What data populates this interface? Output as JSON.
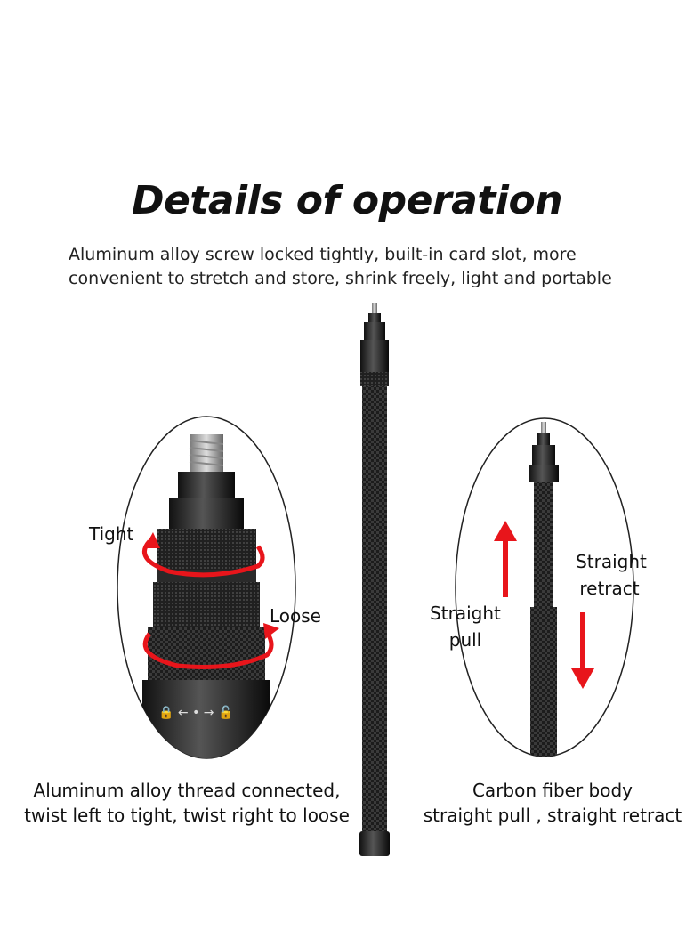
{
  "title": "Details of operation",
  "subtitle_line1": "Aluminum alloy screw locked tightly, built-in card slot, more",
  "subtitle_line2": "convenient to stretch and store, shrink freely, light and portable",
  "left_detail": {
    "label_tight": "Tight",
    "label_loose": "Loose",
    "caption_line1": "Aluminum alloy thread connected,",
    "caption_line2": "twist left to tight, twist right to loose"
  },
  "right_detail": {
    "label_straight_retract_1": "Straight",
    "label_straight_retract_2": "retract",
    "label_straight_pull_1": "Straight",
    "label_straight_pull_2": "pull",
    "caption_line1": "Carbon fiber body",
    "caption_line2": "straight pull , straight retract"
  },
  "colors": {
    "accent_red": "#e8151b",
    "body_black": "#1a1a1a"
  }
}
